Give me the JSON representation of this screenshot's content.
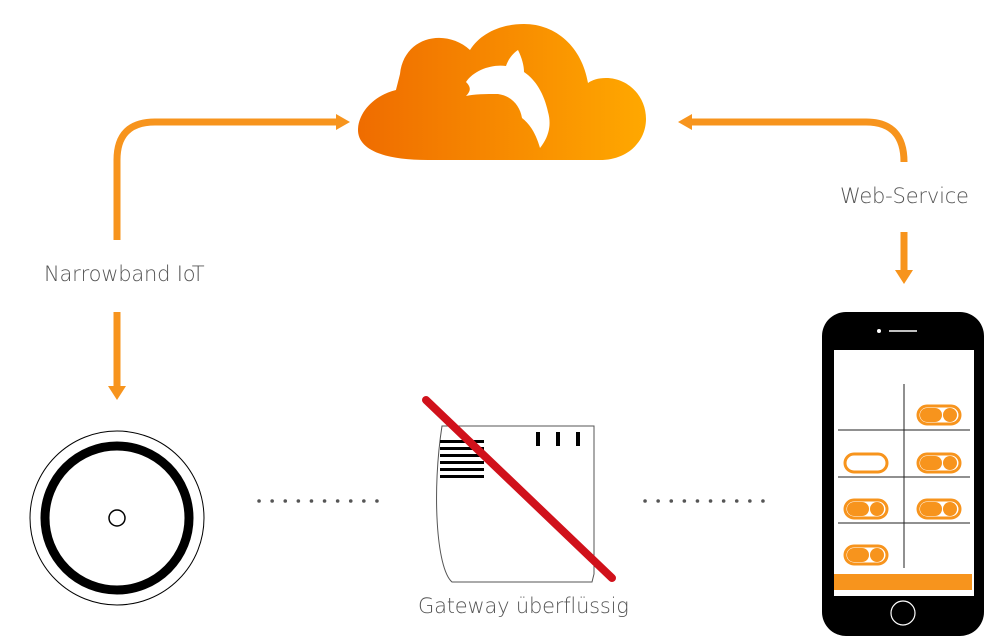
{
  "labels": {
    "narrowband": "Narrowband IoT",
    "web_service": "Web-Service",
    "gateway": "Gateway überflüssig"
  },
  "colors": {
    "accent": "#f7941d",
    "cloud_start": "#ef6c00",
    "cloud_end": "#ffa800",
    "strike": "#d0111b",
    "device": "#000000",
    "app_bar": "#f7941d"
  },
  "icons": {
    "cloud": "cloud-icon",
    "fox": "fox-logo-icon",
    "sensor": "smoke-sensor-icon",
    "gateway": "gateway-device-icon",
    "phone": "smartphone-icon"
  },
  "phone_app": {
    "toggles": [
      {
        "state": "on"
      },
      {
        "state": "off"
      },
      {
        "state": "on"
      },
      {
        "state": "on"
      },
      {
        "state": "on"
      },
      {
        "state": "on"
      }
    ]
  }
}
